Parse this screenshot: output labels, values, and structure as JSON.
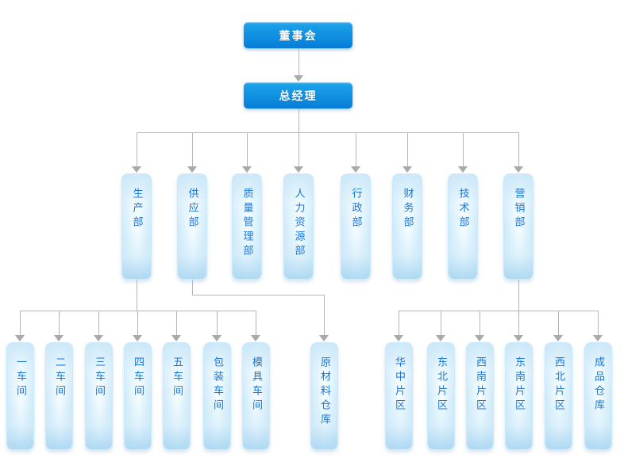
{
  "org_chart": {
    "type": "org-tree",
    "board": {
      "label": "董事会"
    },
    "general_manager": {
      "label": "总经理"
    },
    "departments": [
      "生产部",
      "供应部",
      "质量管理部",
      "人力资源部",
      "行政部",
      "财务部",
      "技术部",
      "营销部"
    ],
    "subordinates": {
      "production": {
        "parent": "生产部",
        "units": [
          "一车间",
          "二车间",
          "三车间",
          "四车间",
          "五车间",
          "包装车间",
          "模具车间"
        ]
      },
      "supply": {
        "parent": "供应部",
        "units": [
          "原材料仓库"
        ]
      },
      "marketing": {
        "parent": "营销部",
        "units": [
          "华中片区",
          "东北片区",
          "西南片区",
          "东南片区",
          "西北片区",
          "成品仓库"
        ]
      }
    },
    "colors": {
      "executive_gradient_top": "#3cb2ef",
      "executive_gradient_bottom": "#097bd3",
      "executive_text": "#ffffff",
      "node_border": "#cdeafa",
      "node_fill_light": "#f4fcff",
      "node_fill_dark": "#acd7f2",
      "node_text": "#1a75d6",
      "connector_line": "#b5b5b5",
      "arrowhead": "#a9a9a9",
      "background": "#ffffff"
    }
  }
}
